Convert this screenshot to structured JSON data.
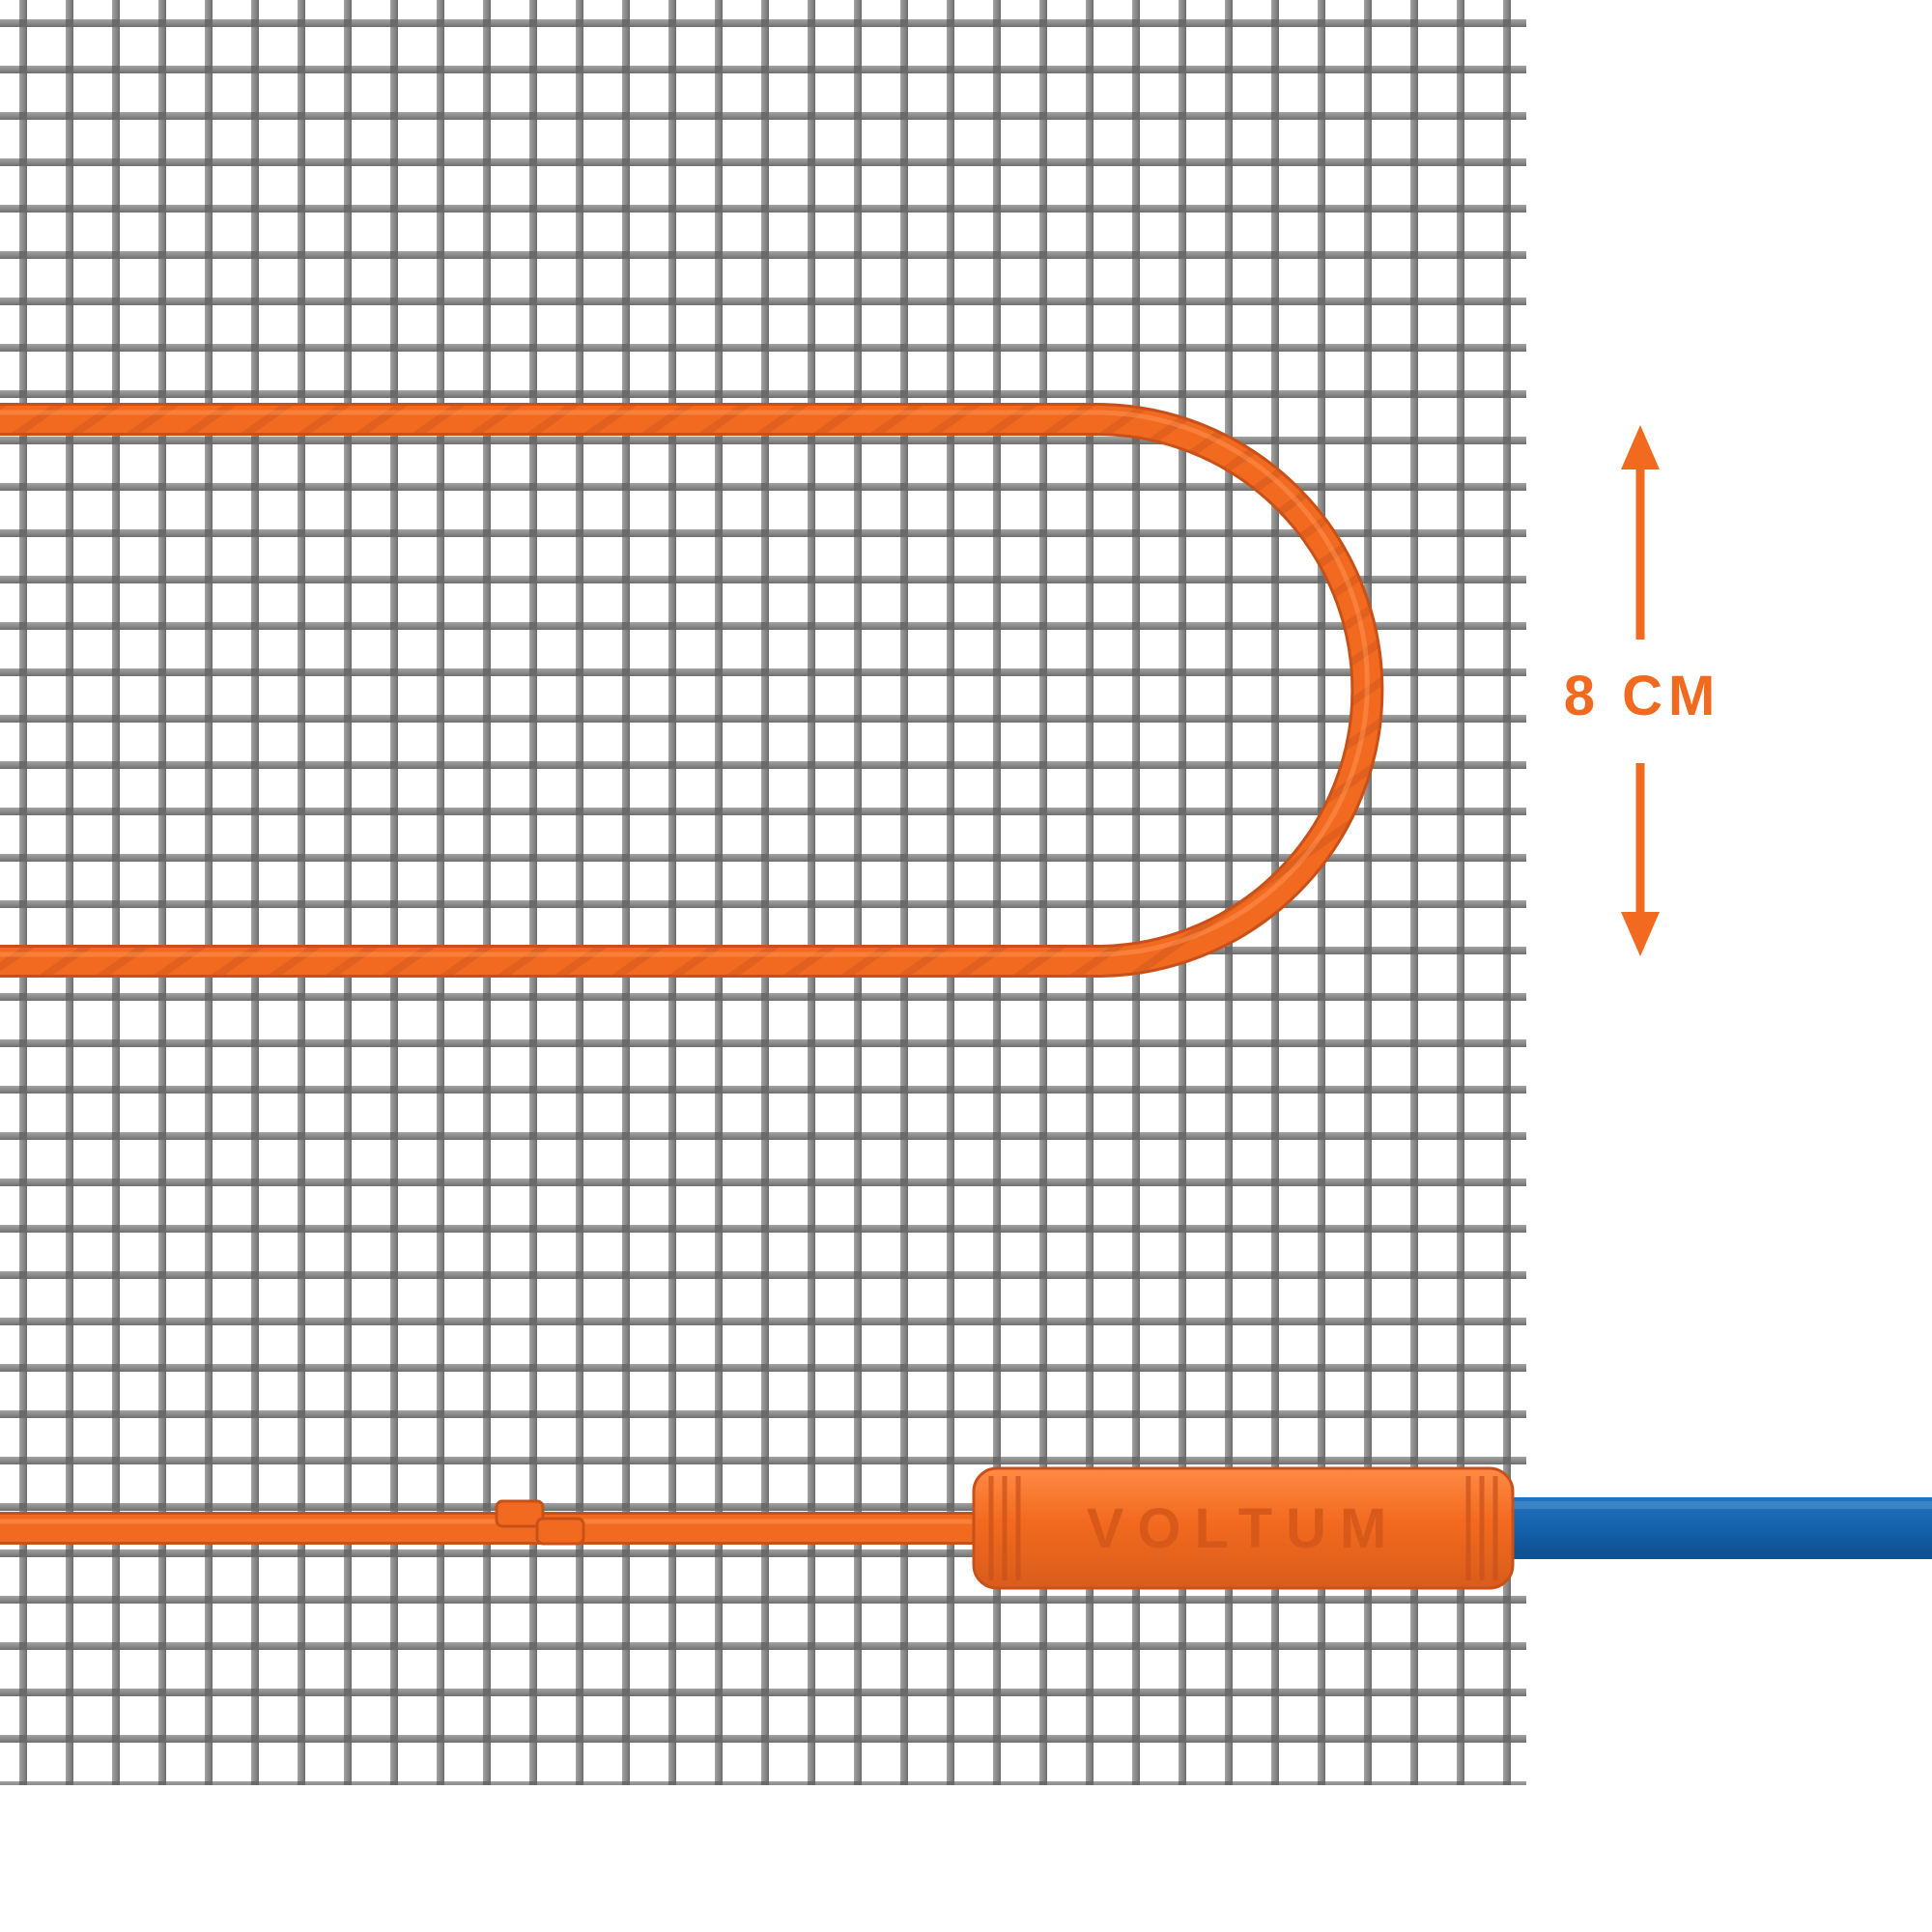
{
  "illustration": {
    "type": "heating-mat-product-diagram",
    "dimension_label": "8 CM",
    "brand_label": "VOLTUM"
  },
  "icons": {
    "dimension_arrow_up": "arrow-up-icon",
    "dimension_arrow_down": "arrow-down-icon"
  },
  "colors": {
    "background": "#FFFFFF",
    "cable_orange": "#F26A1F",
    "cable_orange_dark": "#C8511A",
    "cable_orange_light": "#FF9B5E",
    "mesh_gray": "#8A8A8A",
    "annotation_orange": "#F26A1F",
    "power_cord_blue": "#1463AD"
  }
}
